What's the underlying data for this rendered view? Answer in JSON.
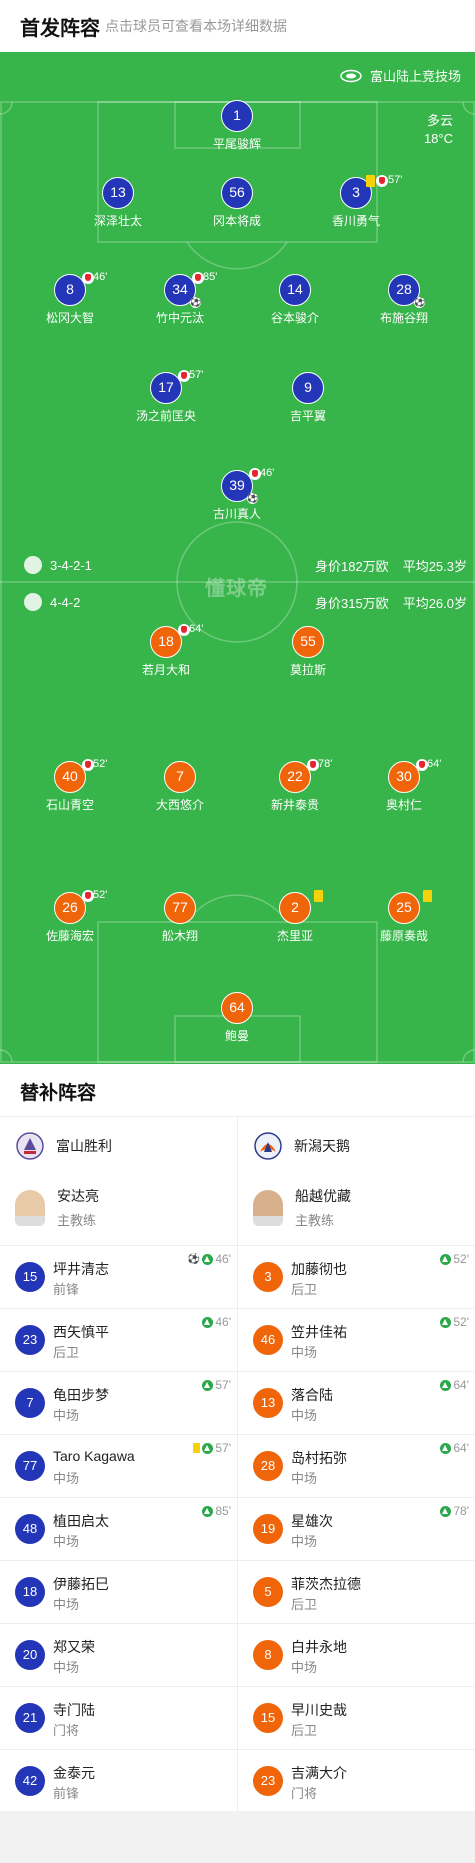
{
  "header": {
    "title": "首发阵容",
    "hint": "点击球员可查看本场详细数据"
  },
  "venue": {
    "stadium": "富山陆上竞技场",
    "weather": "多云",
    "temperature": "18°C"
  },
  "home_team": {
    "formation": "3-4-2-1",
    "value": "身价182万欧",
    "avg_age": "平均25.3岁",
    "players": [
      {
        "num": "1",
        "name": "平尾骏辉"
      },
      {
        "num": "13",
        "name": "深泽壮太"
      },
      {
        "num": "56",
        "name": "冈本将成"
      },
      {
        "num": "3",
        "name": "香川勇气",
        "sub_minute": "57'"
      },
      {
        "num": "8",
        "name": "松冈大智",
        "sub_minute": "46'"
      },
      {
        "num": "34",
        "name": "竹中元汰",
        "sub_minute": "85'"
      },
      {
        "num": "14",
        "name": "谷本骏介"
      },
      {
        "num": "28",
        "name": "布施谷翔"
      },
      {
        "num": "17",
        "name": "汤之前匡央",
        "sub_minute": "57'"
      },
      {
        "num": "9",
        "name": "吉平翼"
      },
      {
        "num": "39",
        "name": "古川真人",
        "sub_minute": "46'"
      }
    ]
  },
  "away_team": {
    "formation": "4-4-2",
    "value": "身价315万欧",
    "avg_age": "平均26.0岁",
    "players": [
      {
        "num": "18",
        "name": "若月大和",
        "sub_minute": "64'"
      },
      {
        "num": "55",
        "name": "莫拉斯"
      },
      {
        "num": "40",
        "name": "石山青空",
        "sub_minute": "52'"
      },
      {
        "num": "7",
        "name": "大西悠介"
      },
      {
        "num": "22",
        "name": "新井泰贵",
        "sub_minute": "78'"
      },
      {
        "num": "30",
        "name": "奥村仁",
        "sub_minute": "64'"
      },
      {
        "num": "26",
        "name": "佐藤海宏",
        "sub_minute": "52'"
      },
      {
        "num": "77",
        "name": "舩木翔"
      },
      {
        "num": "2",
        "name": "杰里亚"
      },
      {
        "num": "25",
        "name": "藤原奏哉"
      },
      {
        "num": "64",
        "name": "鲍曼"
      }
    ]
  },
  "watermark": "懂球帝",
  "subs": {
    "title": "替补阵容",
    "home": {
      "team_name": "富山胜利",
      "coach": {
        "name": "安达亮",
        "role": "主教练"
      },
      "players": [
        {
          "num": "15",
          "name": "坪井清志",
          "pos": "前锋",
          "minute": "46'"
        },
        {
          "num": "23",
          "name": "西矢慎平",
          "pos": "后卫",
          "minute": "46'"
        },
        {
          "num": "7",
          "name": "龟田步梦",
          "pos": "中场",
          "minute": "57'"
        },
        {
          "num": "77",
          "name": "Taro Kagawa",
          "pos": "中场",
          "minute": "57'"
        },
        {
          "num": "48",
          "name": "植田启太",
          "pos": "中场",
          "minute": "85'"
        },
        {
          "num": "18",
          "name": "伊藤拓巳",
          "pos": "中场",
          "minute": ""
        },
        {
          "num": "20",
          "name": "郑又荣",
          "pos": "中场",
          "minute": ""
        },
        {
          "num": "21",
          "name": "寺门陆",
          "pos": "门将",
          "minute": ""
        },
        {
          "num": "42",
          "name": "金泰元",
          "pos": "前锋",
          "minute": ""
        }
      ]
    },
    "away": {
      "team_name": "新潟天鹅",
      "coach": {
        "name": "船越优藏",
        "role": "主教练"
      },
      "players": [
        {
          "num": "3",
          "name": "加藤彻也",
          "pos": "后卫",
          "minute": "52'"
        },
        {
          "num": "46",
          "name": "笠井佳祐",
          "pos": "中场",
          "minute": "52'"
        },
        {
          "num": "13",
          "name": "落合陆",
          "pos": "中场",
          "minute": "64'"
        },
        {
          "num": "28",
          "name": "岛村拓弥",
          "pos": "中场",
          "minute": "64'"
        },
        {
          "num": "19",
          "name": "星雄次",
          "pos": "中场",
          "minute": "78'"
        },
        {
          "num": "5",
          "name": "菲茨杰拉德",
          "pos": "后卫",
          "minute": ""
        },
        {
          "num": "8",
          "name": "白井永地",
          "pos": "中场",
          "minute": ""
        },
        {
          "num": "15",
          "name": "早川史哉",
          "pos": "后卫",
          "minute": ""
        },
        {
          "num": "23",
          "name": "吉满大介",
          "pos": "门将",
          "minute": ""
        }
      ]
    }
  },
  "colors": {
    "pitch": "#37b44a",
    "home": "#2436b8",
    "away": "#f0650a"
  }
}
